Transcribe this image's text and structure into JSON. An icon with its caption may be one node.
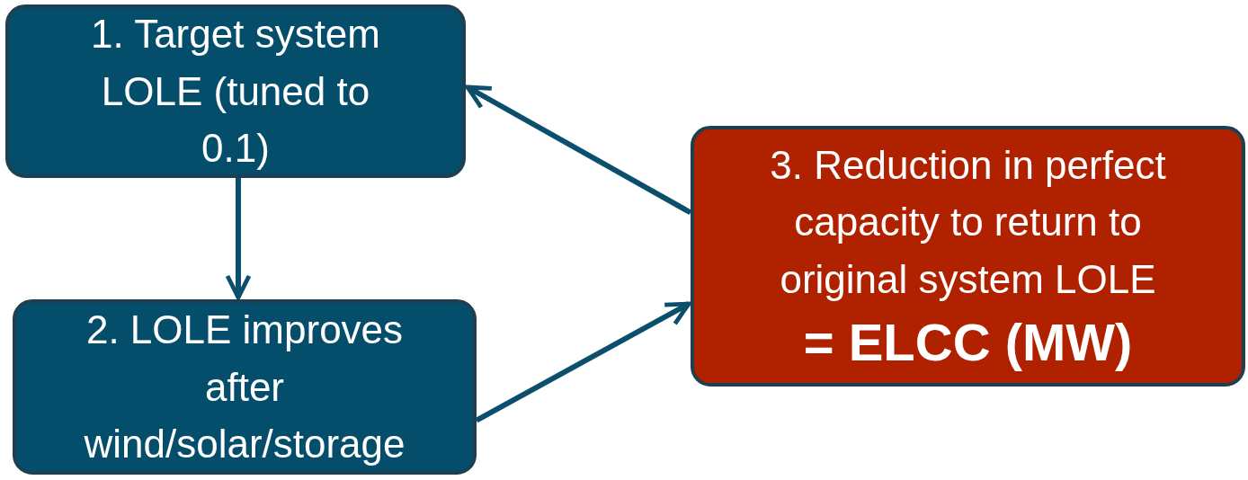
{
  "diagram": {
    "nodes": [
      {
        "text": [
          "1. Target system LOLE (tuned to 0.1)"
        ]
      },
      {
        "text": [
          "2. LOLE improves after wind/solar/storage"
        ]
      },
      {
        "text": [
          "3. Reduction in perfect capacity to return to original system LOLE",
          "= ELCC (MW)"
        ]
      }
    ],
    "edges": [
      {
        "from": 0,
        "to": 1,
        "arrow": "to"
      },
      {
        "from": 1,
        "to": 2,
        "arrow": "to"
      },
      {
        "from": 2,
        "to": 0,
        "arrow": "to"
      }
    ]
  }
}
